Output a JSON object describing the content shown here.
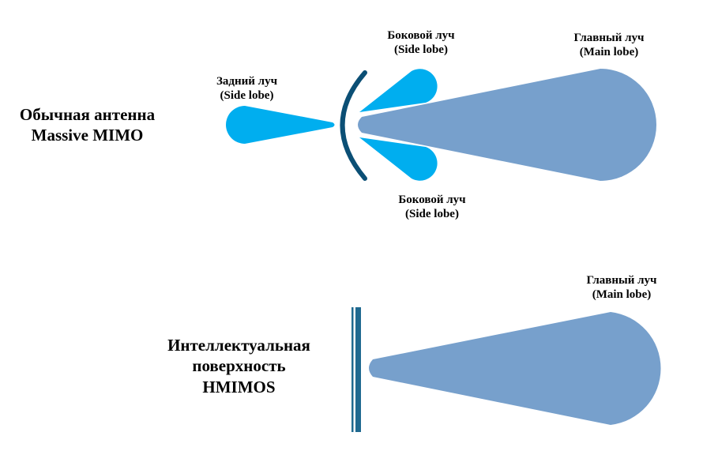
{
  "colors": {
    "main_lobe": "#77a0cc",
    "side_lobe": "#00aeef",
    "reflector_arc": "#0b4f75",
    "surface": "#1f6990"
  },
  "top": {
    "title_line1": "Обычная антенна",
    "title_line2": "Massive MIMO",
    "back_lobe": {
      "line1": "Задний луч",
      "line2": "(Side lobe)"
    },
    "side_lobe_upper": {
      "line1": "Боковой луч",
      "line2": "(Side lobe)"
    },
    "side_lobe_lower": {
      "line1": "Боковой луч",
      "line2": "(Side lobe)"
    },
    "main_lobe": {
      "line1": "Главный луч",
      "line2": "(Main lobe)"
    }
  },
  "bottom": {
    "title_line1": "Интеллектуальная",
    "title_line2": "поверхность",
    "title_line3": "HMIMOS",
    "main_lobe": {
      "line1": "Главный луч",
      "line2": "(Main lobe)"
    }
  }
}
